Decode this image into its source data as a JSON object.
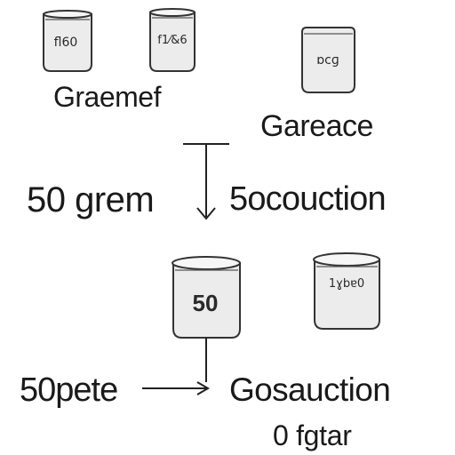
{
  "labels": {
    "grame": "Graemef",
    "garea": "Gareace",
    "fifty_gram": "50 grem",
    "socouction": "5ocouction",
    "fifty_pete": "50pete",
    "gosauction": "Gosauction",
    "zero_fgtar": "0 fgtar"
  },
  "jars": {
    "jar1": "fl60",
    "jar2": "f1⁄&6",
    "jar3": "ɒcɡ",
    "jar4": "50",
    "jar5": "1ɣbɐ0"
  },
  "colors": {
    "ink": "#1a1a1a",
    "jar_fill": "#ececec",
    "jar_stroke": "#333333",
    "background": "#ffffff"
  }
}
